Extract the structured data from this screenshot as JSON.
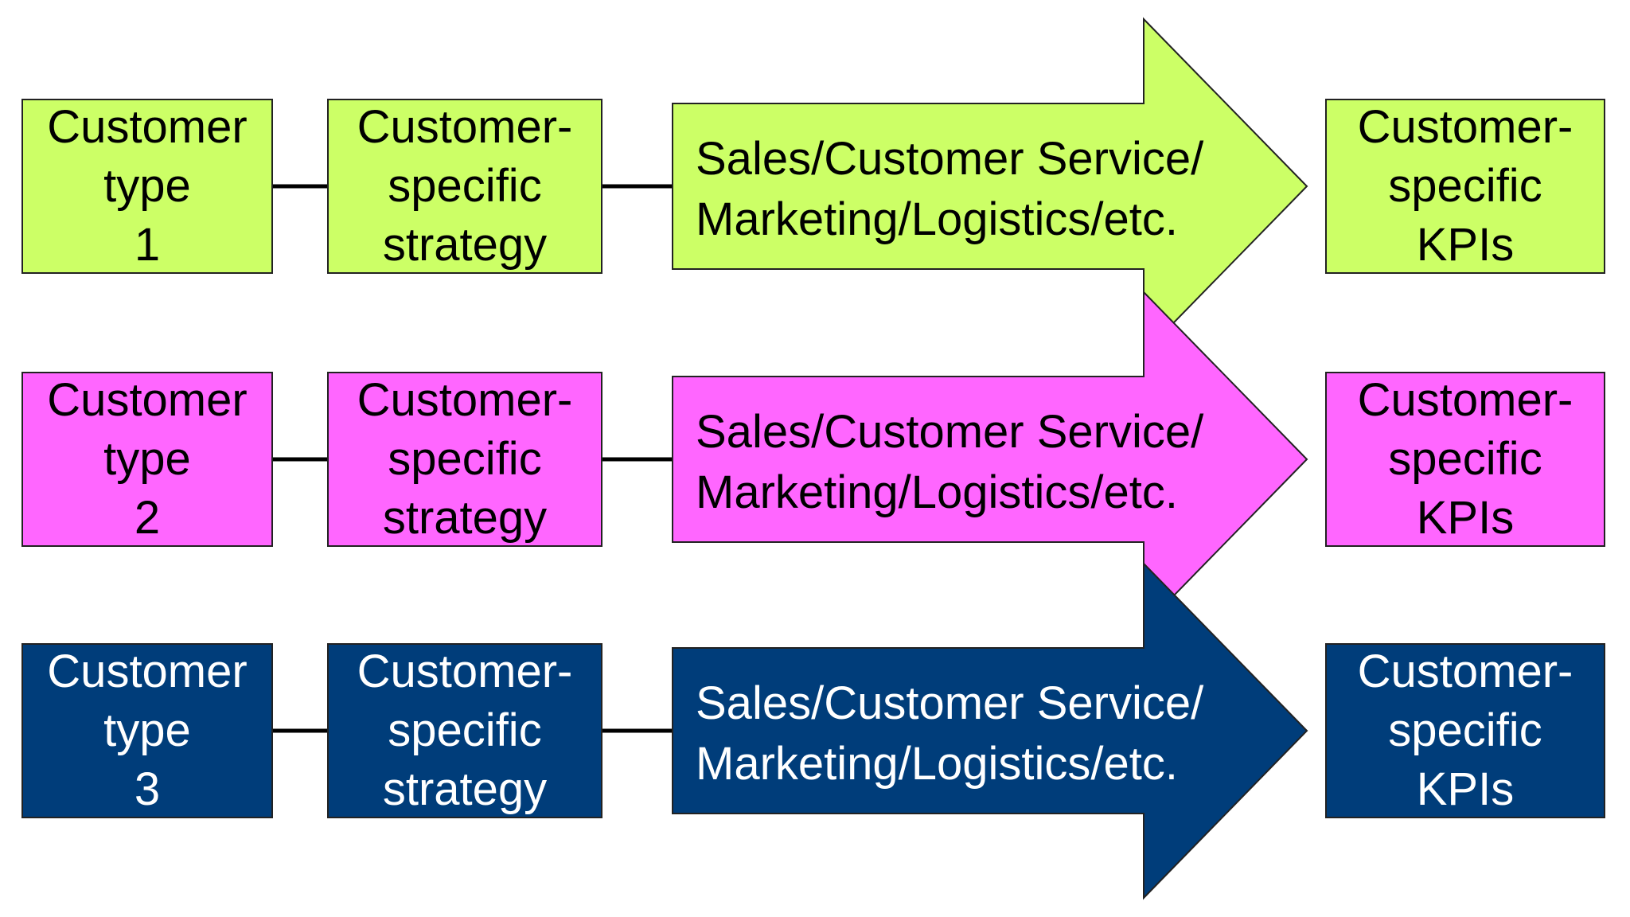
{
  "rows": [
    {
      "id": "1",
      "color": "#CCFF66",
      "text_color": "#000000",
      "customer_type": [
        "Customer",
        "type",
        "1"
      ],
      "strategy": [
        "Customer-",
        "specific",
        "strategy"
      ],
      "functions": [
        "Sales/Customer Service/",
        "Marketing/Logistics/etc."
      ],
      "kpis": [
        "Customer-",
        "specific",
        "KPIs"
      ]
    },
    {
      "id": "2",
      "color": "#FF66FF",
      "text_color": "#000000",
      "customer_type": [
        "Customer",
        "type",
        "2"
      ],
      "strategy": [
        "Customer-",
        "specific",
        "strategy"
      ],
      "functions": [
        "Sales/Customer Service/",
        "Marketing/Logistics/etc."
      ],
      "kpis": [
        "Customer-",
        "specific",
        "KPIs"
      ]
    },
    {
      "id": "3",
      "color": "#003D7A",
      "text_color": "#FFFFFF",
      "customer_type": [
        "Customer",
        "type",
        "3"
      ],
      "strategy": [
        "Customer-",
        "specific",
        "strategy"
      ],
      "functions": [
        "Sales/Customer Service/",
        "Marketing/Logistics/etc."
      ],
      "kpis": [
        "Customer-",
        "specific",
        "KPIs"
      ]
    }
  ],
  "connector_color": "#000000",
  "outline_color": "#222222"
}
